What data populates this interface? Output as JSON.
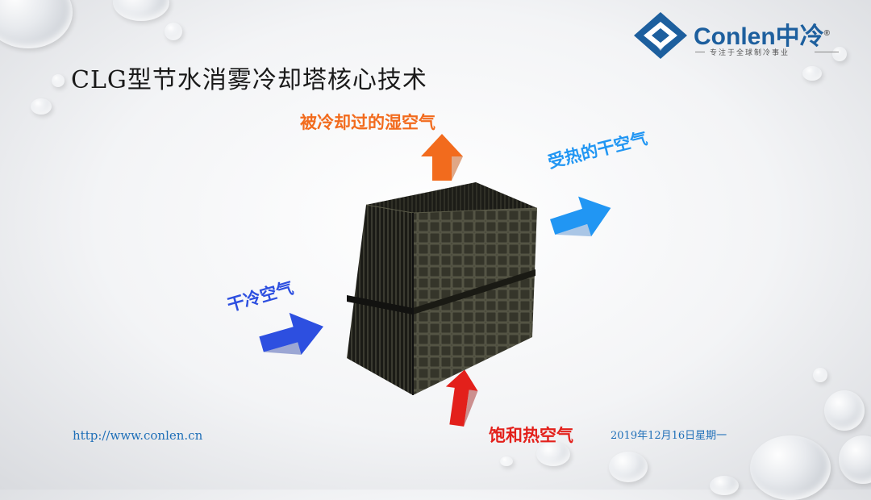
{
  "slide": {
    "title": "CLG型节水消雾冷却塔核心技术"
  },
  "logo": {
    "brand": "Conlen中冷",
    "registered_mark": "®",
    "slogan": "专注于全球制冷事业",
    "color": "#1d5f9e"
  },
  "flows": {
    "top_out": {
      "label": "被冷却过的湿空气",
      "color": "#f26b1d",
      "icon": "arrow-up-icon"
    },
    "right_out": {
      "label": "受热的干空气",
      "color": "#2196f3",
      "icon": "arrow-right-icon"
    },
    "left_in": {
      "label": "干冷空气",
      "color": "#2d4fe0",
      "icon": "arrow-right-icon"
    },
    "bottom_in": {
      "label": "饱和热空气",
      "color": "#e3201b",
      "icon": "arrow-up-icon"
    }
  },
  "footer": {
    "url": "http://www.conlen.cn",
    "date": "2019年12月16日星期一"
  }
}
